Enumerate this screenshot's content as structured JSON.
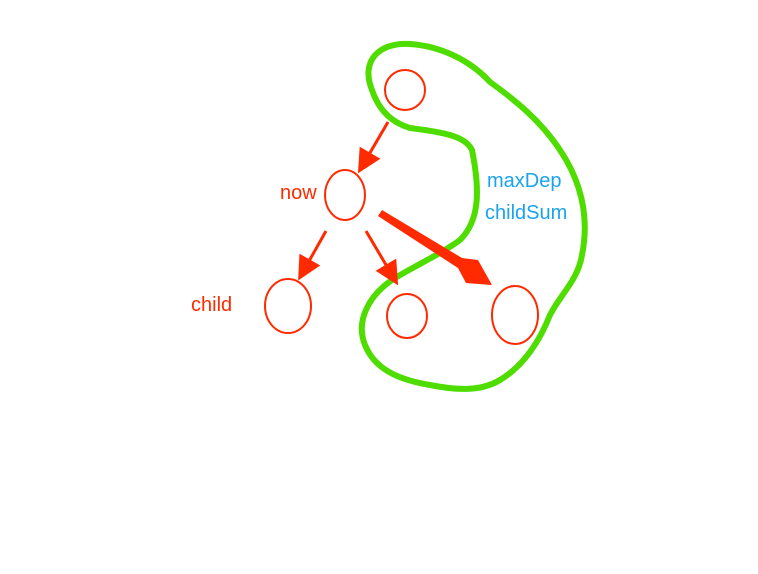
{
  "diagram": {
    "labels": {
      "now": "now",
      "child": "child",
      "max_dep": "maxDep",
      "child_sum": "childSum"
    },
    "colors": {
      "node": "#ff2a00",
      "arrow": "#ff2a00",
      "highlight": "#4fdd00",
      "annotation": "#1aa3f0"
    }
  }
}
